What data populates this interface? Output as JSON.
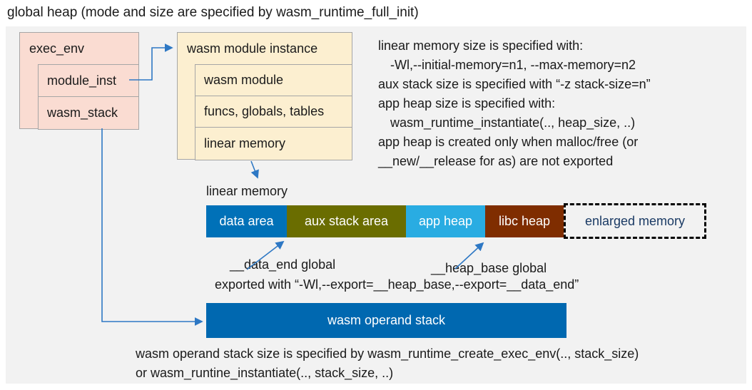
{
  "title": "global heap (mode and size are specified by wasm_runtime_full_init)",
  "exec_env_box": {
    "header": "exec_env",
    "rows": [
      {
        "label": "module_inst"
      },
      {
        "label": "wasm_stack"
      }
    ]
  },
  "module_instance_box": {
    "header": "wasm module instance",
    "rows": [
      {
        "label": "wasm module"
      },
      {
        "label": "funcs, globals, tables"
      },
      {
        "label": "linear memory"
      }
    ]
  },
  "notes": {
    "lines": [
      "linear memory size is specified with:",
      "-Wl,--initial-memory=n1, --max-memory=n2",
      "aux stack size is specified with “-z stack-size=n”",
      "app heap size is specified with:",
      "wasm_runtime_instantiate(.., heap_size, ..)",
      "app heap is created only when malloc/free (or",
      "__new/__release for as) are not exported"
    ]
  },
  "linear_memory": {
    "label": "linear memory",
    "segments": [
      {
        "label": "data area",
        "color": "#0071B8"
      },
      {
        "label": "aux stack area",
        "color": "#6A6D00"
      },
      {
        "label": "app heap",
        "color": "#29ACE2"
      },
      {
        "label": "libc heap",
        "color": "#7F2D00"
      }
    ],
    "enlarged": {
      "label": "enlarged memory",
      "text_color": "#1A3A64",
      "border": "dashed-black"
    }
  },
  "annotations": {
    "data_end_label": "__data_end global",
    "heap_base_label": "__heap_base global",
    "export_line": "exported with “-Wl,--export=__heap_base,--export=__data_end”"
  },
  "operand_stack": {
    "label": "wasm operand stack",
    "color": "#0068B0"
  },
  "footer_lines": [
    "wasm operand stack size is specified by wasm_runtime_create_exec_env(.., stack_size)",
    "or wasm_runtine_instantiate(.., stack_size, ..)"
  ],
  "colors": {
    "canvas_bg": "#F2F2F2",
    "exec_env_fill": "#FADCD2",
    "module_instance_fill": "#FCEFD0",
    "box_border": "#A6A6A6",
    "arrow": "#2E78C4"
  }
}
